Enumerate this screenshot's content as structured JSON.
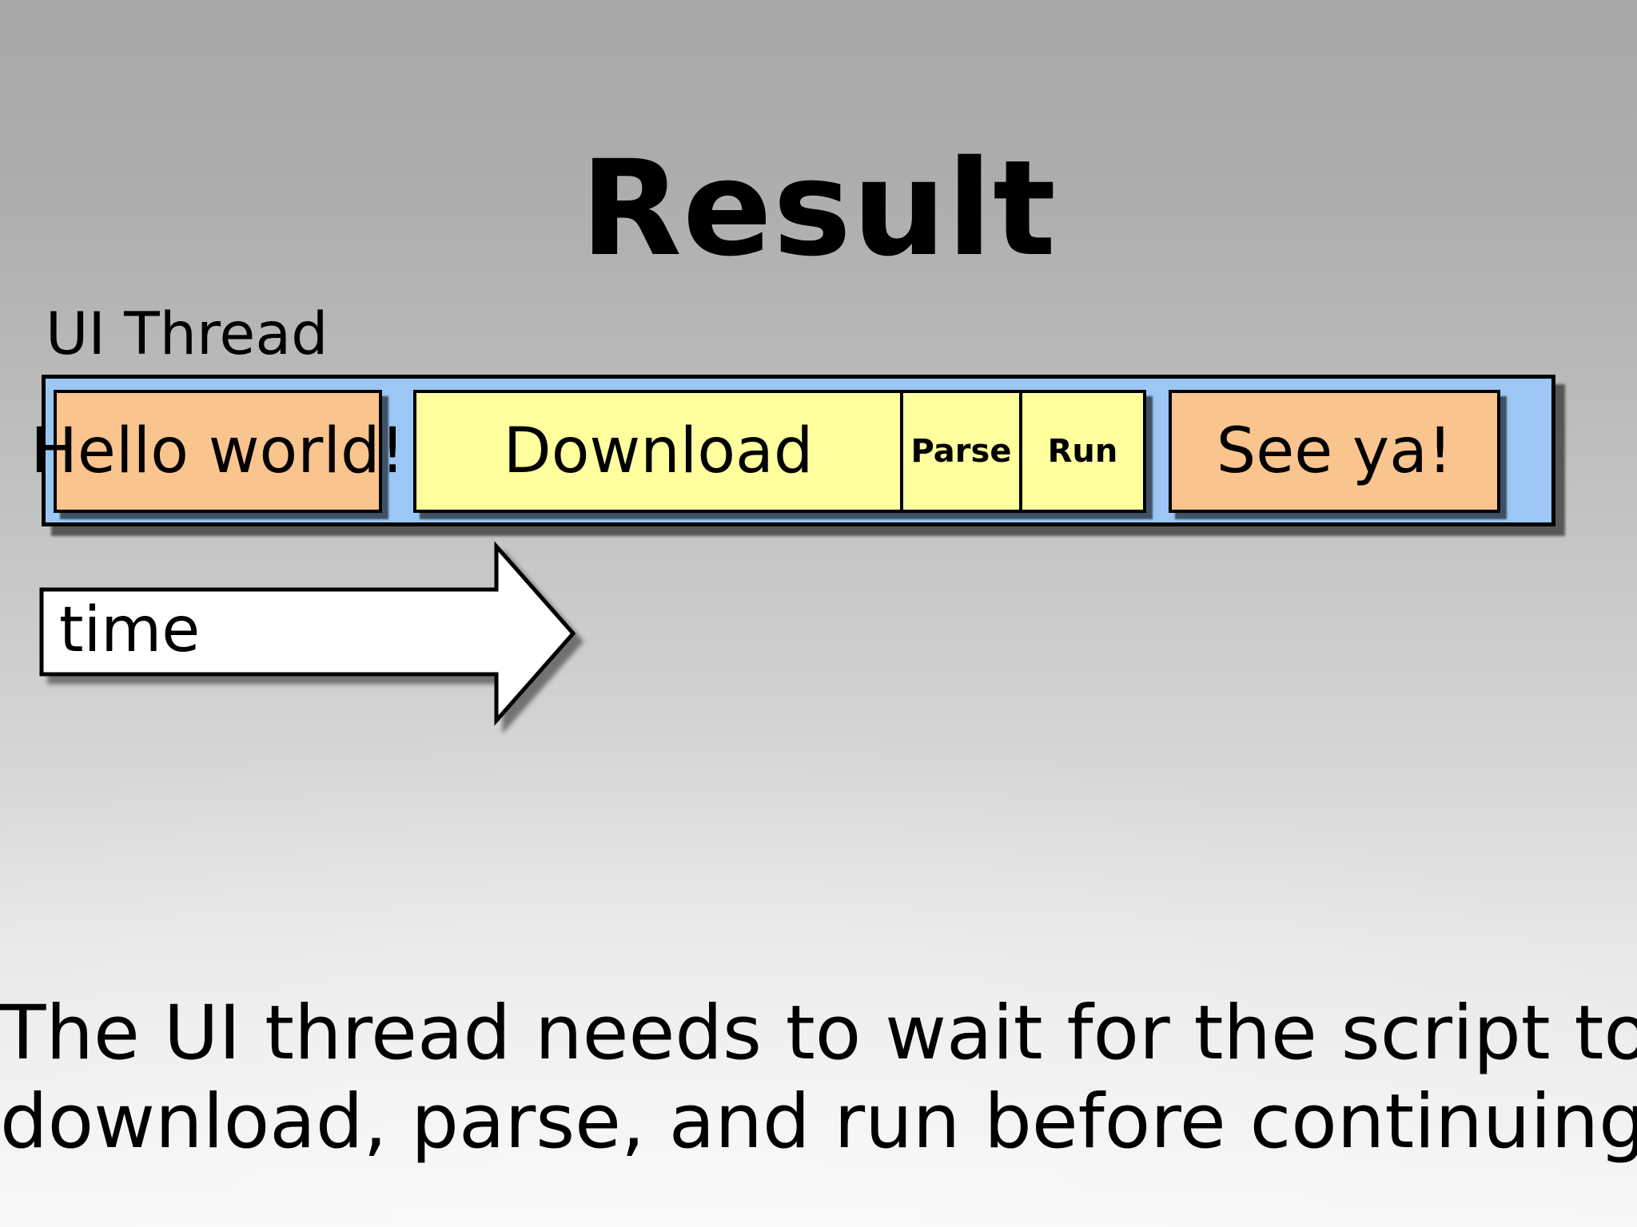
{
  "slide": {
    "title": "Result",
    "thread_label": "UI Thread",
    "time_label": "time",
    "caption": {
      "line1": "The UI thread needs to wait for the script to",
      "line2": "download, parse, and run before continuing"
    }
  },
  "timeline": {
    "segments": [
      {
        "label": "Hello world!",
        "kind": "ui-work"
      },
      {
        "label": "Download",
        "kind": "script"
      },
      {
        "label": "Parse",
        "kind": "script"
      },
      {
        "label": "Run",
        "kind": "script"
      },
      {
        "label": "See ya!",
        "kind": "ui-work"
      }
    ]
  },
  "colors": {
    "track_blue": "#9cc7f4",
    "ui_block_orange": "#fac48e",
    "script_block_yellow": "#ffff9e"
  }
}
